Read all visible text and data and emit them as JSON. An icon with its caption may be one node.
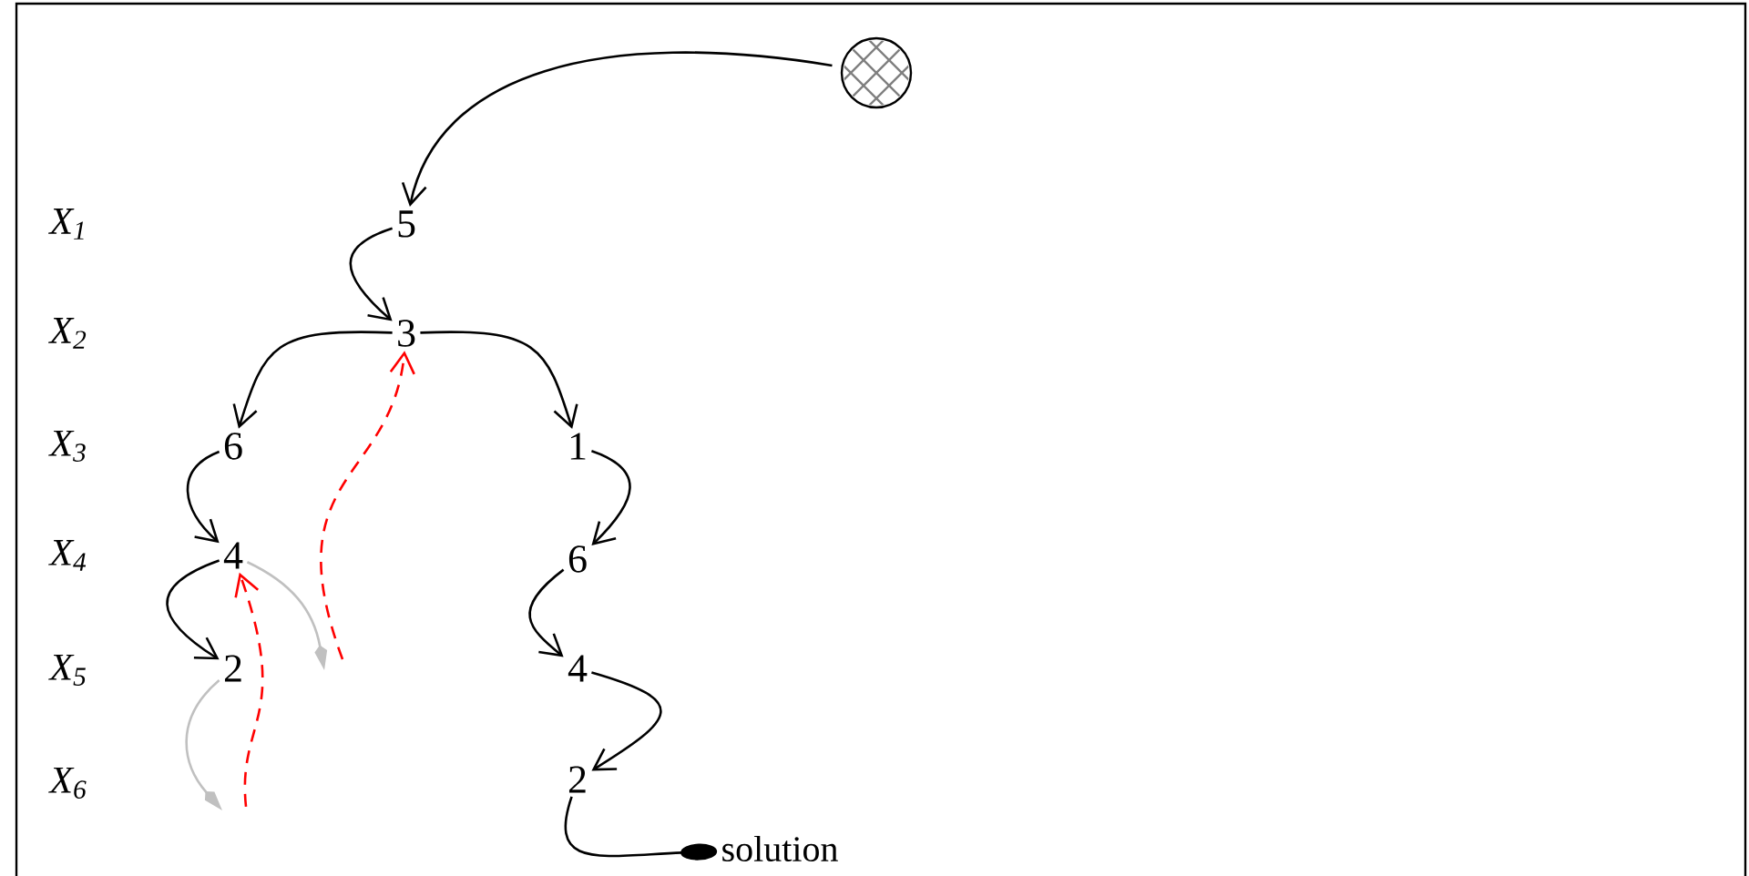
{
  "diagram": {
    "nodes": [
      {
        "text": [],
        "shape": "circle"
      },
      {
        "text": [
          "5"
        ]
      },
      {
        "text": [
          "3"
        ]
      },
      {
        "text": [
          "6"
        ]
      },
      {
        "text": [
          "1"
        ]
      },
      {
        "text": [
          "4"
        ]
      },
      {
        "text": [
          "6"
        ]
      },
      {
        "text": [
          "2"
        ]
      },
      {
        "text": [
          "4"
        ]
      },
      {
        "text": [
          "2"
        ]
      },
      {
        "text": [
          "solution"
        ]
      }
    ],
    "edges": [
      {
        "from": 0,
        "to": 1,
        "arrow": "to"
      },
      {
        "from": 1,
        "to": 2,
        "arrow": "to"
      },
      {
        "from": 2,
        "to": 3,
        "arrow": "to"
      },
      {
        "from": 2,
        "to": 4,
        "arrow": "to"
      },
      {
        "from": 3,
        "to": 5,
        "arrow": "to"
      },
      {
        "from": 4,
        "to": 6,
        "arrow": "to"
      },
      {
        "from": 5,
        "to": 7,
        "arrow": "to"
      },
      {
        "from": 6,
        "to": 8,
        "arrow": "to"
      },
      {
        "from": 8,
        "to": 9,
        "arrow": "to"
      },
      {
        "from": 9,
        "to": 10,
        "arrow": "other"
      },
      {
        "from": 5,
        "to": null,
        "arrow": "to",
        "color": "#c0c0c0"
      },
      {
        "from": 7,
        "to": null,
        "arrow": "to",
        "color": "#c0c0c0"
      },
      {
        "from": null,
        "to": 5,
        "arrow": "to",
        "style": "dashed",
        "color": "#ff0000"
      },
      {
        "from": null,
        "to": 2,
        "arrow": "to",
        "style": "dashed",
        "color": "#ff0000"
      }
    ],
    "labels": [
      "X$_{1}$",
      "X$_{2}$",
      "X$_{3}$",
      "X$_{4}$",
      "X$_{5}$",
      "X$_{6}$"
    ]
  }
}
